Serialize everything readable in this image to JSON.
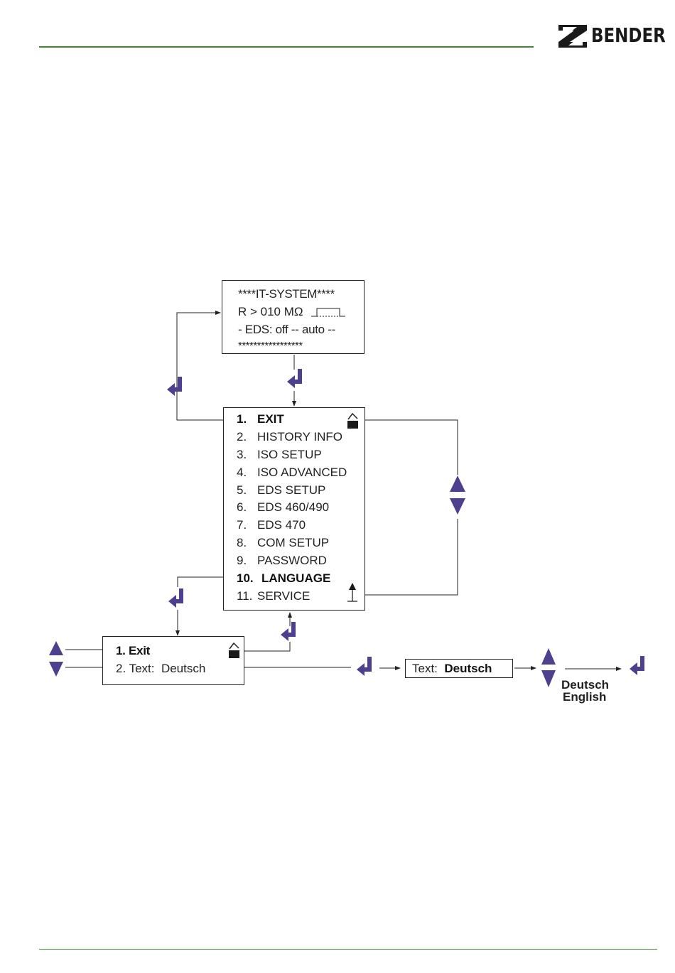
{
  "header": {
    "brand": "BENDER"
  },
  "status_display": {
    "line1": "****IT-SYSTEM****",
    "line2": "R > 010 MΩ",
    "line3": "- EDS: off -- auto --",
    "line4": "*****************"
  },
  "main_menu": {
    "items": [
      {
        "num": "1.",
        "label": "EXIT"
      },
      {
        "num": "2.",
        "label": "HISTORY INFO"
      },
      {
        "num": "3.",
        "label": "ISO SETUP"
      },
      {
        "num": "4.",
        "label": "ISO ADVANCED"
      },
      {
        "num": "5.",
        "label": "EDS SETUP"
      },
      {
        "num": "6.",
        "label": "EDS 460/490"
      },
      {
        "num": "7.",
        "label": "EDS 470"
      },
      {
        "num": "8.",
        "label": "COM SETUP"
      },
      {
        "num": "9.",
        "label": "PASSWORD"
      },
      {
        "num": "10.",
        "label": "LANGUAGE"
      },
      {
        "num": "11.",
        "label": "SERVICE"
      }
    ]
  },
  "language_menu": {
    "item1": "1. Exit",
    "item2_prefix": "2. Text:",
    "item2_value": "Deutsch"
  },
  "text_setting": {
    "prefix": "Text:",
    "value": "Deutsch"
  },
  "language_options": [
    "Deutsch",
    "English"
  ],
  "colors": {
    "accent_purple": "#4f3f8f",
    "brand_green": "#3b8a2e",
    "line": "#222222"
  }
}
